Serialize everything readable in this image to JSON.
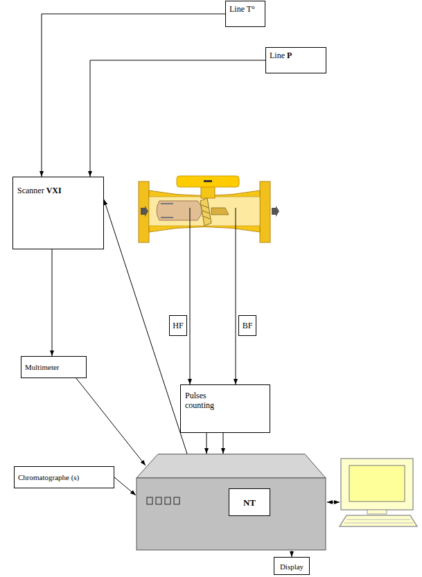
{
  "diagram": {
    "nodes": [
      {
        "text": [
          "Line T°"
        ]
      },
      {
        "text": [
          "Line P"
        ]
      },
      {
        "text": [
          "Scanner VXI"
        ]
      },
      {
        "text": [
          "HF"
        ]
      },
      {
        "text": [
          "BF"
        ]
      },
      {
        "text": [
          "Multimeter"
        ]
      },
      {
        "text": [
          "Pulses counting"
        ]
      },
      {
        "text": [
          "Chromatographe (s)"
        ]
      },
      {
        "text": []
      },
      {
        "text": [
          "NT"
        ],
        "in": 8
      },
      {
        "text": [
          "Display"
        ]
      }
    ],
    "edges": [
      {
        "from": 0,
        "to": 2,
        "arrow": "to"
      },
      {
        "from": 1,
        "to": 2,
        "arrow": "to"
      },
      {
        "from": 2,
        "to": 5,
        "arrow": "to"
      },
      {
        "from": 5,
        "to": 8,
        "arrow": "to"
      },
      {
        "from": 8,
        "to": 2,
        "arrow": "to"
      },
      {
        "from": 6,
        "to": 8,
        "arrow": "to"
      },
      {
        "from": 6,
        "to": 8,
        "arrow": "to"
      },
      {
        "from": 7,
        "to": 8,
        "arrow": "to"
      },
      {
        "from": 8,
        "to": 10,
        "arrow": "to"
      }
    ]
  }
}
